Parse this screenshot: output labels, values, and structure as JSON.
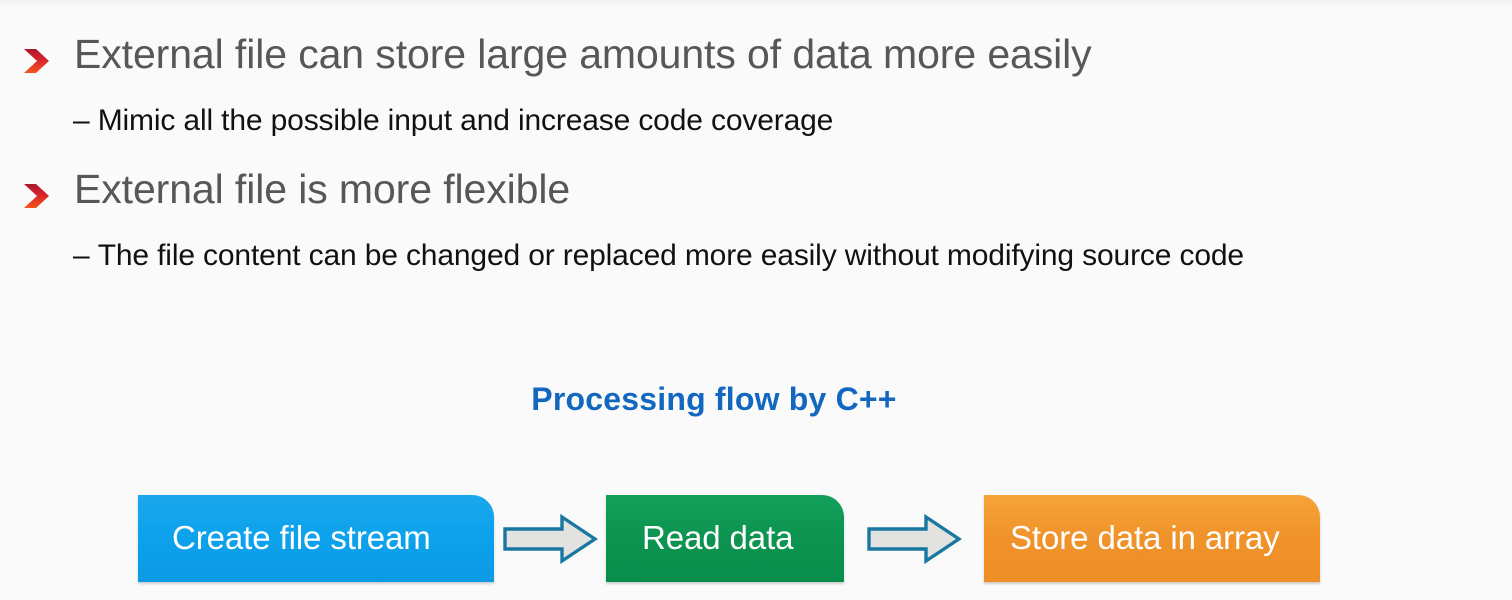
{
  "slide": {
    "bullets": [
      {
        "icon": "chevron-bullet-icon",
        "text": "External file can store large amounts of data more easily",
        "sub": {
          "dash": "–",
          "text": "Mimic all the possible input and increase code coverage"
        }
      },
      {
        "icon": "chevron-bullet-icon",
        "text": "External file is more flexible",
        "sub": {
          "dash": "–",
          "text": "The file content can be changed or replaced more easily without modifying source code"
        }
      }
    ],
    "flow": {
      "title": "Processing flow by C++",
      "title_color": "#1268be",
      "steps": [
        {
          "label": "Create file stream",
          "color": "#0da2ec"
        },
        {
          "label": "Read data",
          "color": "#0c9450"
        },
        {
          "label": "Store data in array",
          "color": "#f0932a"
        }
      ],
      "connectors": [
        {
          "name": "arrow-right-icon",
          "fill": "#e2e2e0",
          "stroke": "#1878a0"
        },
        {
          "name": "arrow-right-icon",
          "fill": "#e2e2e0",
          "stroke": "#1878a0"
        }
      ]
    },
    "colors": {
      "background": "#fafafa",
      "bullet_text": "#575757",
      "sub_text": "#111111",
      "bullet_icon_top": "#b51a2b",
      "bullet_icon_bottom": "#f4561a"
    }
  }
}
